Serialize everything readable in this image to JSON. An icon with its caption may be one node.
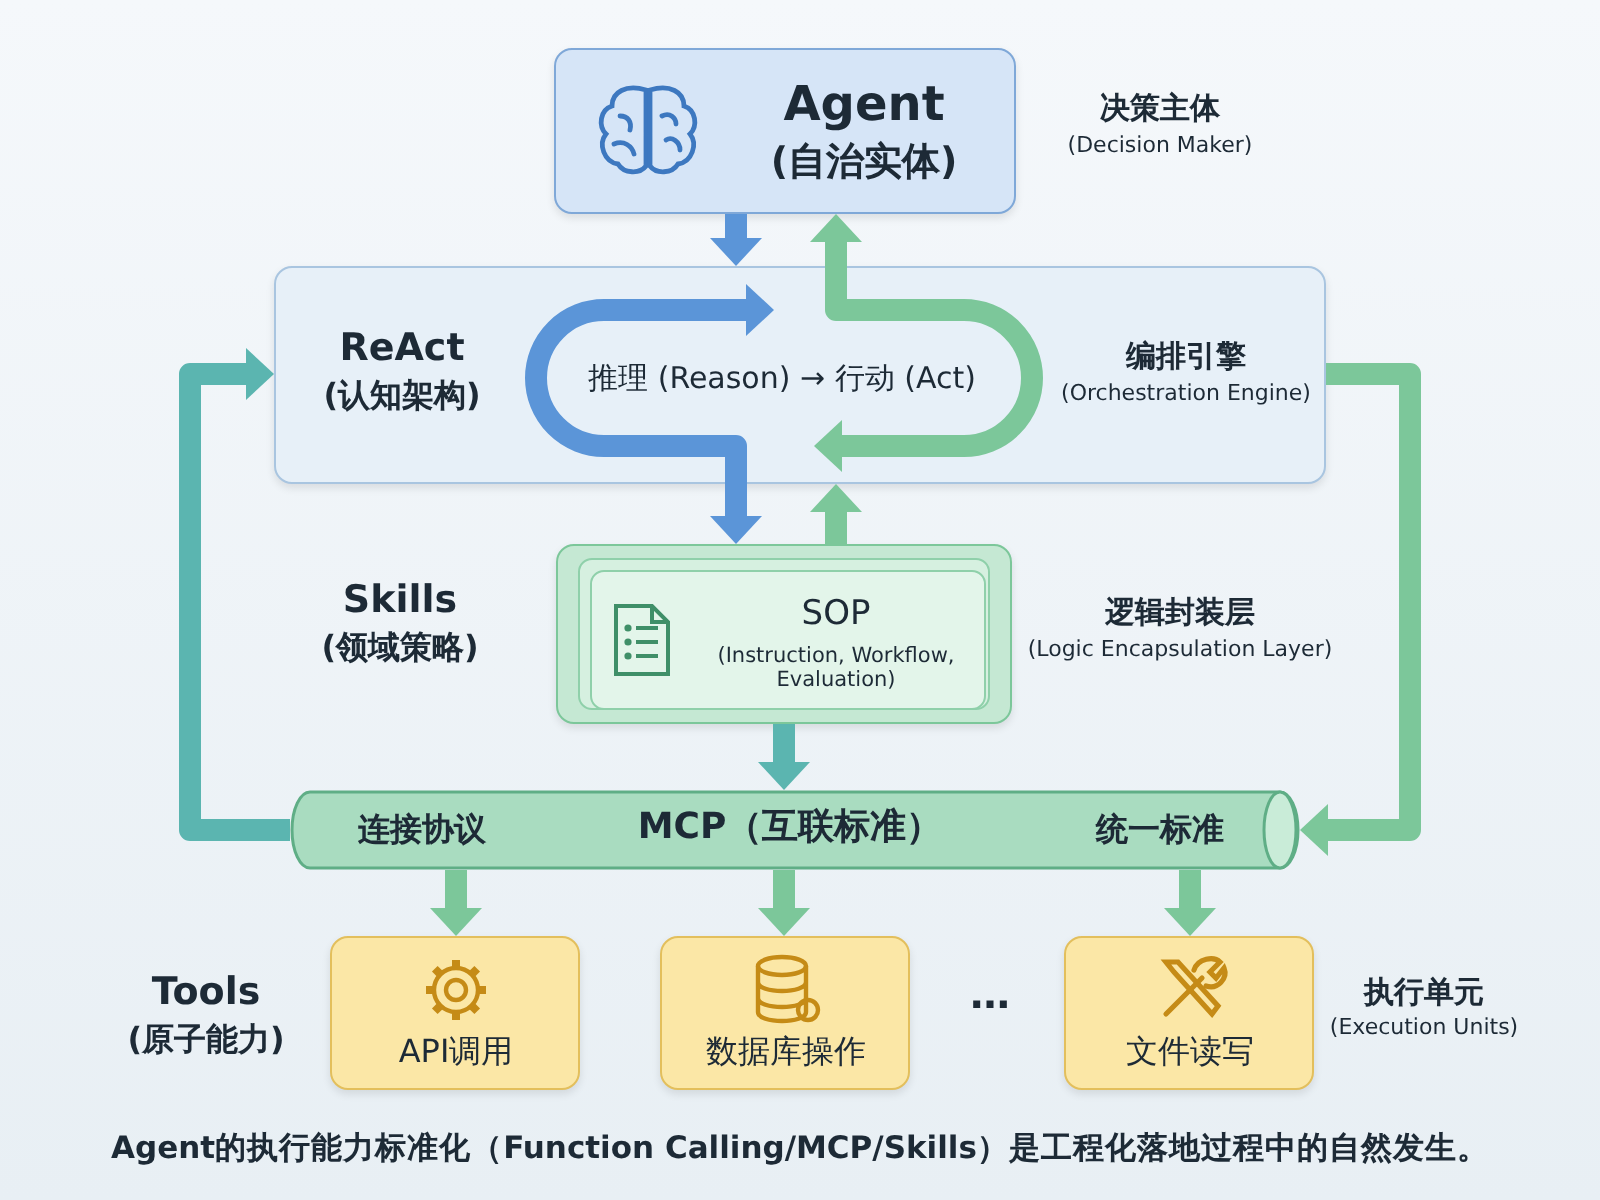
{
  "diagram": {
    "caption": "Agent的执行能力标准化（Function Calling/MCP/Skills）是工程化落地过程中的自然发生。",
    "nodes": [
      {
        "text": [
          "Agent",
          "(自治实体)"
        ],
        "beside": [
          "决策主体",
          "(Decision Maker)"
        ]
      },
      {
        "text": [
          "ReAct",
          "(认知架构)",
          "推理 (Reason) → 行动 (Act)",
          "编排引擎",
          "(Orchestration Engine)"
        ]
      },
      {
        "text": [
          "SOP",
          "(Instruction, Workflow, Evaluation)"
        ],
        "beside": [
          "逻辑封装层",
          "(Logic Encapsulation Layer)"
        ]
      },
      {
        "text": [
          "连接协议",
          "MCP（互联标准）",
          "统一标准"
        ]
      },
      {
        "text": [
          "API调用"
        ]
      },
      {
        "text": [
          "数据库操作"
        ]
      },
      {
        "text": [
          "文件读写"
        ]
      }
    ],
    "edges": [
      {
        "from": 0,
        "to": 1,
        "arrow": "to",
        "color": "#5b95d8"
      },
      {
        "from": 1,
        "to": 0,
        "arrow": "both"
      },
      {
        "from": 1,
        "to": 2,
        "arrow": "both",
        "color": "#5b95d8"
      },
      {
        "from": 2,
        "to": 1,
        "arrow": "to"
      },
      {
        "from": 2,
        "to": 3,
        "arrow": "to",
        "color": "#5bb5b0"
      },
      {
        "from": 3,
        "to": 1,
        "arrow": "to",
        "color": "#5bb5b0"
      },
      {
        "from": 1,
        "to": 3,
        "arrow": "to"
      },
      {
        "from": 3,
        "to": 4,
        "arrow": "to"
      },
      {
        "from": 3,
        "to": 5,
        "arrow": "to"
      },
      {
        "from": 3,
        "to": 6,
        "arrow": "to"
      }
    ],
    "labels": [
      "Skills",
      "(领域策略)",
      "Tools",
      "(原子能力)",
      "…",
      "执行单元",
      "(Execution Units)"
    ]
  }
}
